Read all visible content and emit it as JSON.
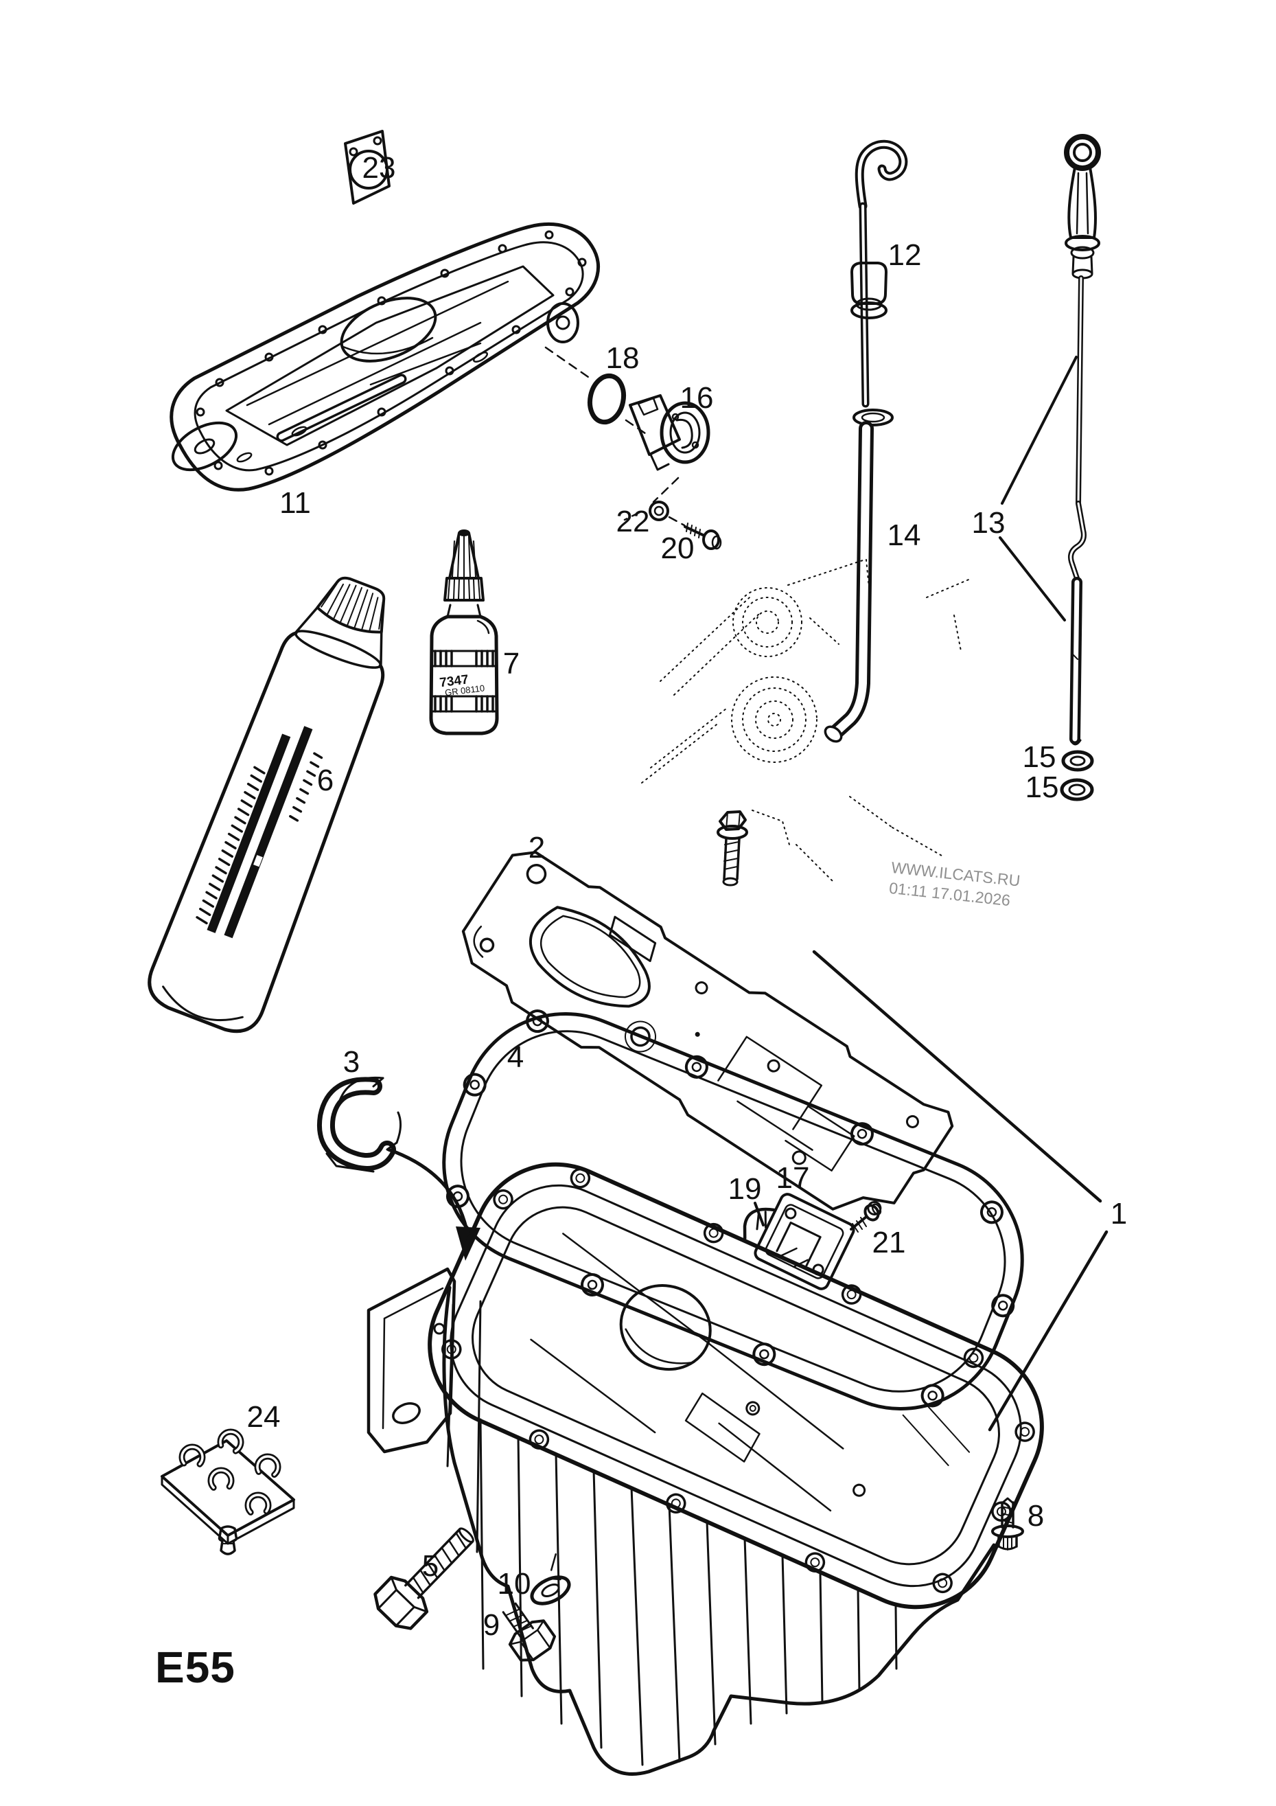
{
  "page": {
    "code": "E55"
  },
  "watermark": {
    "line1": "WWW.ILCATS.RU",
    "line2": "01:11 17.01.2026"
  },
  "sealant_bottle": {
    "line1": "7347",
    "line2": "GR 08110"
  },
  "part_labels": {
    "p1": "1",
    "p2": "2",
    "p3": "3",
    "p4": "4",
    "p5": "5",
    "p6": "6",
    "p7": "7",
    "p8": "8",
    "p9": "9",
    "p10": "10",
    "p11": "11",
    "p12": "12",
    "p13": "13",
    "p14": "14",
    "p15a": "15",
    "p15b": "15",
    "p16": "16",
    "p17": "17",
    "p18": "18",
    "p19": "19",
    "p20": "20",
    "p21": "21",
    "p22": "22",
    "p23": "23",
    "p24": "24"
  }
}
